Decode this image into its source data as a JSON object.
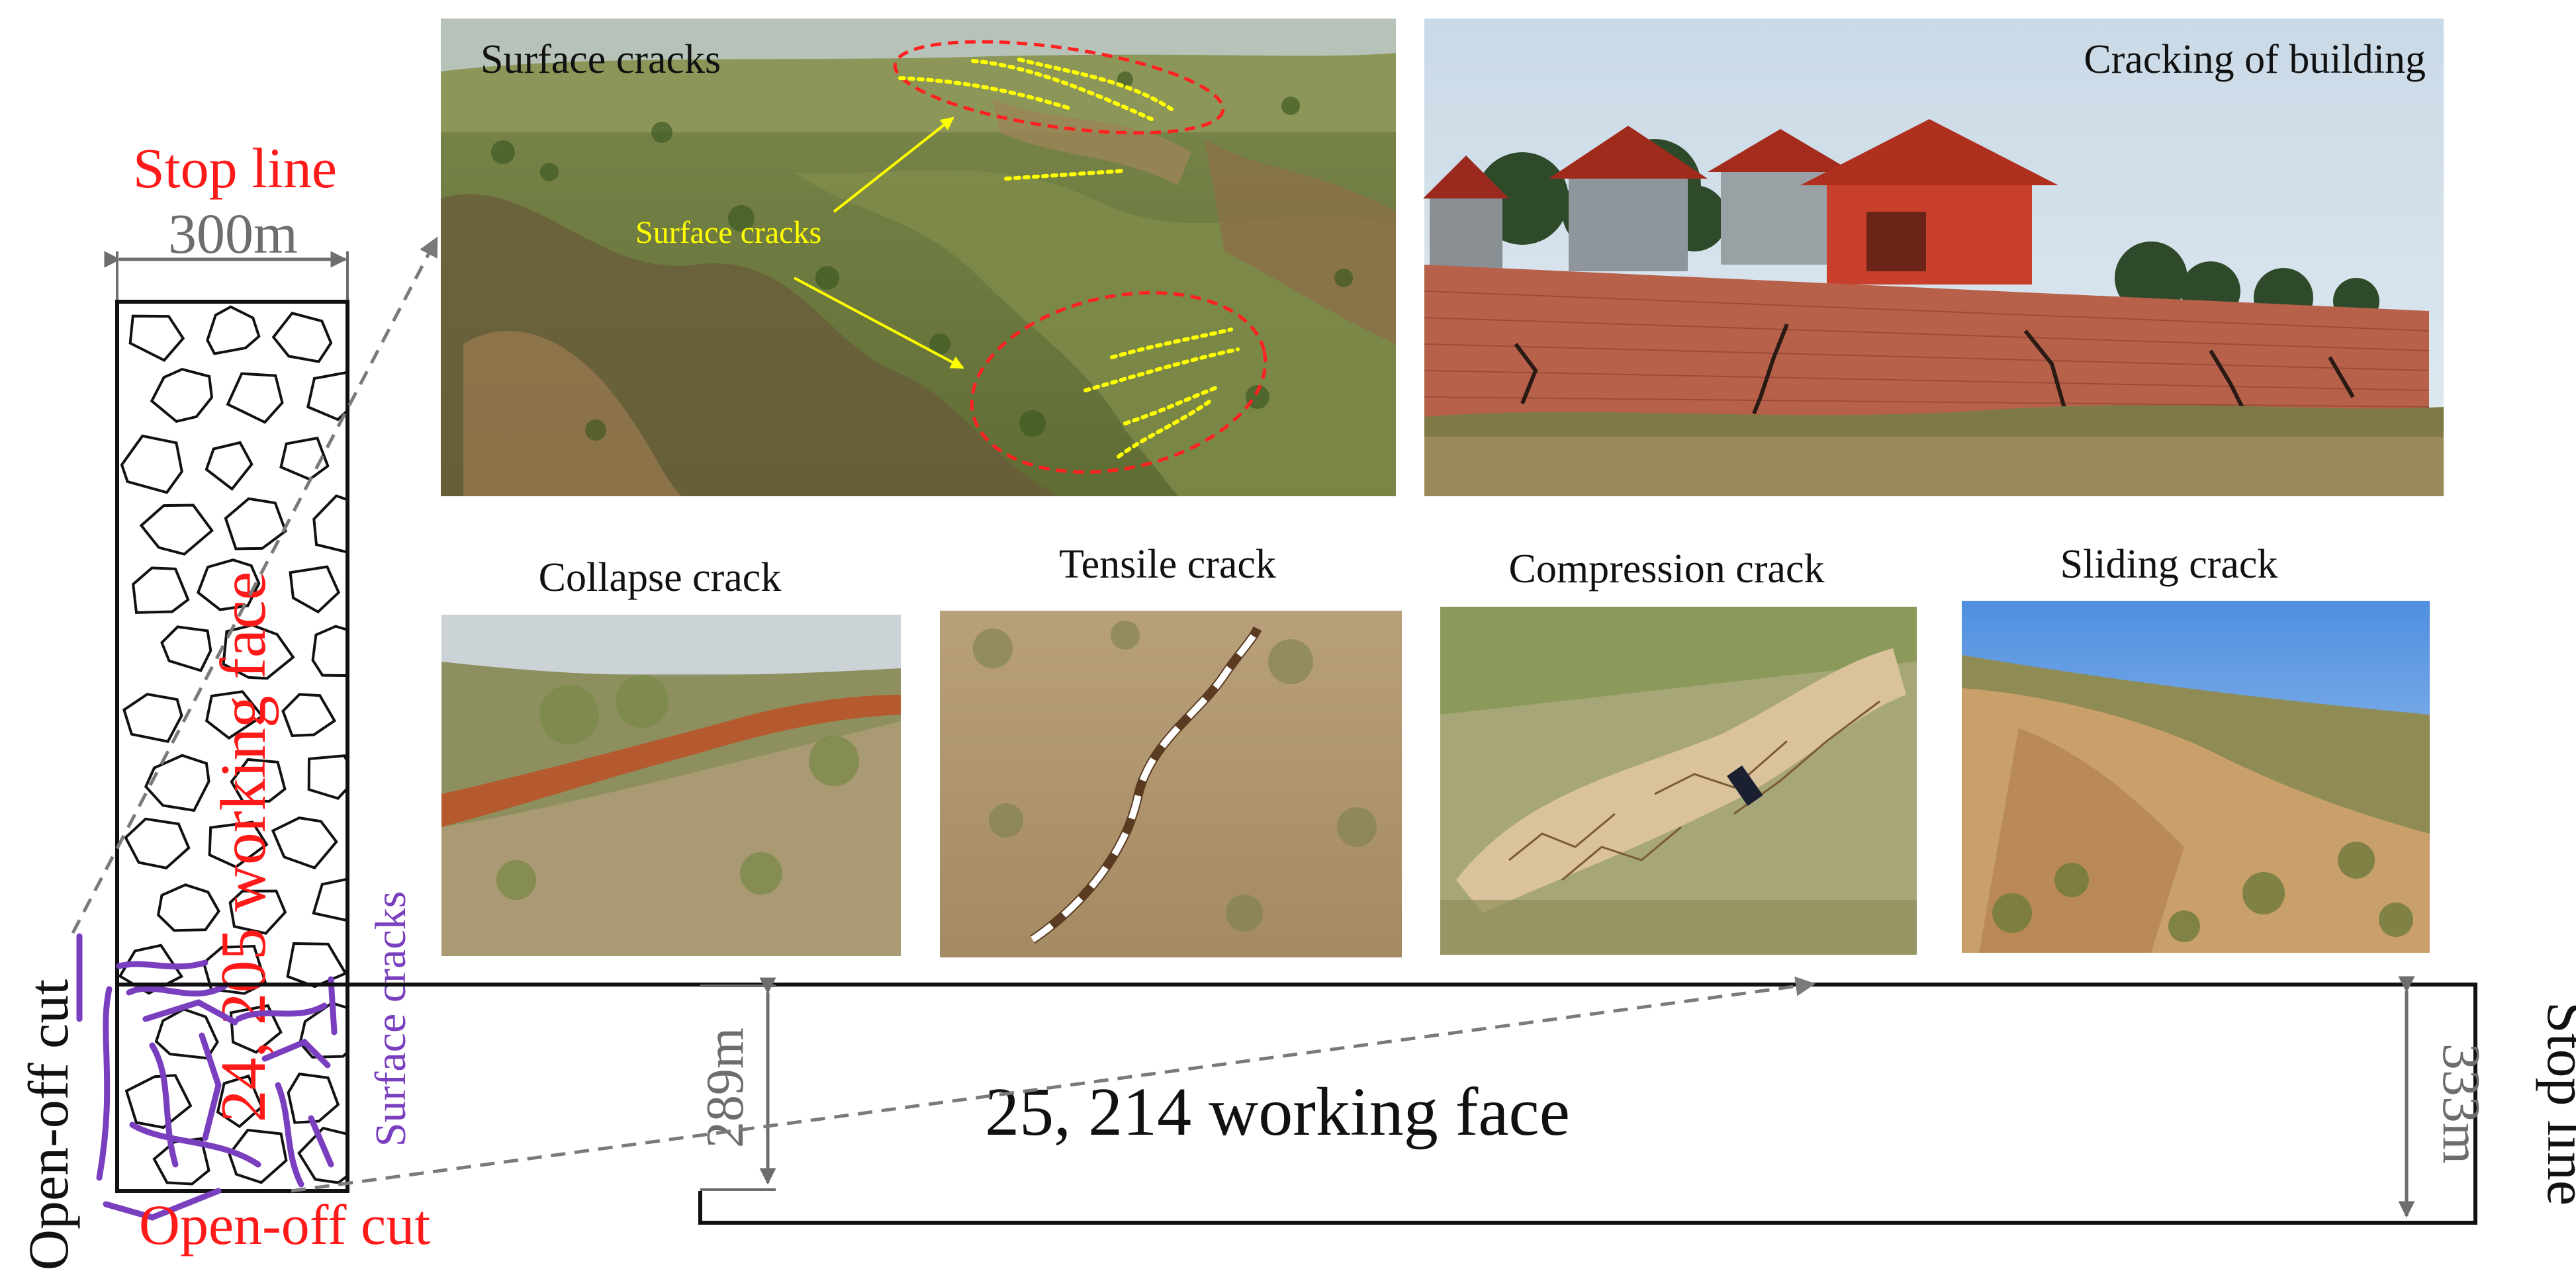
{
  "diagram": {
    "face_24205": {
      "name": "24, 205 working face",
      "stop_line": "Stop line",
      "open_off_cut": "Open-off cut",
      "width": "300m"
    },
    "face_25214": {
      "name": "25, 214 working face",
      "stop_line": "Stop line",
      "open_off_cut": "Open-off cut",
      "width_left": "289m",
      "width_right": "333m"
    },
    "surface_cracks_label": "Surface cracks",
    "colors": {
      "red_label": "#ff1a1a",
      "purple_crack": "#7a3fbf",
      "outline": "#111111",
      "arrow_dash": "#7a7a7a",
      "dim_grey": "#6d6d6d"
    }
  },
  "photos": {
    "surface_cracks": {
      "caption": "Surface cracks",
      "annotation": "Surface cracks",
      "annotation_color": "#ffff00"
    },
    "building": {
      "caption": "Cracking of building"
    },
    "collapse": {
      "caption": "Collapse crack"
    },
    "tensile": {
      "caption": "Tensile crack"
    },
    "compression": {
      "caption": "Compression crack"
    },
    "sliding": {
      "caption": "Sliding crack"
    }
  }
}
